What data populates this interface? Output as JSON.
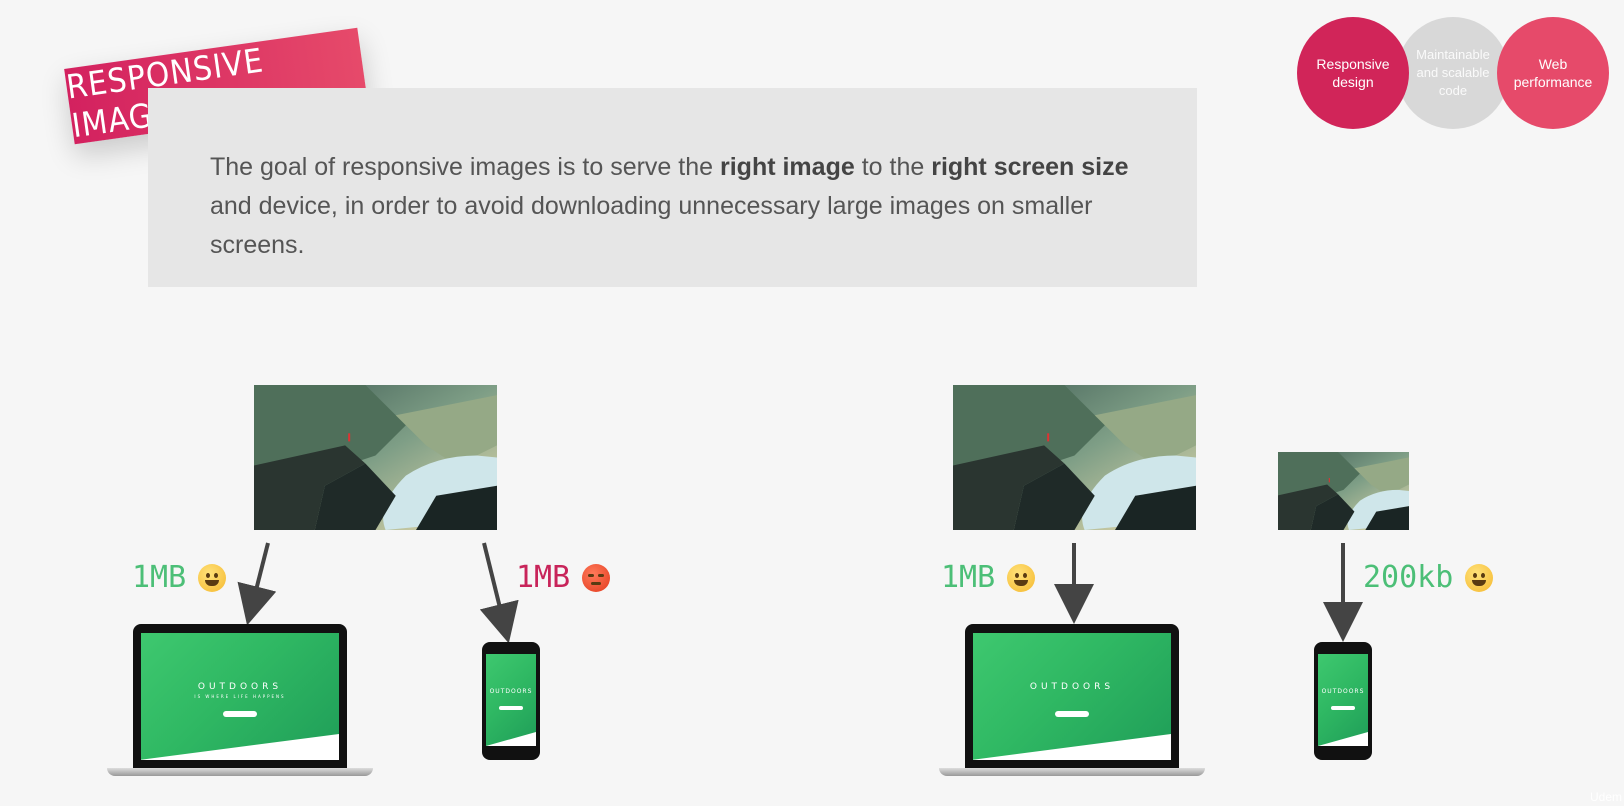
{
  "title": "RESPONSIVE IMAGES",
  "goal": {
    "prefix": "The goal of responsive images is to serve the",
    "bold1": "right image",
    "middle": "to the",
    "bold2": "right screen size",
    "suffix": "and device, in order to avoid downloading unnecessary large images on smaller screens."
  },
  "topics": [
    {
      "label": "Responsive design",
      "color": "#d12559"
    },
    {
      "label": "Maintainable and scalable code",
      "color": "#d8d8d8"
    },
    {
      "label": "Web performance",
      "color": "#e64a6a"
    }
  ],
  "left_example": {
    "laptop_size": "1MB",
    "laptop_emoji": "happy",
    "phone_size": "1MB",
    "phone_emoji": "angry"
  },
  "right_example": {
    "laptop_size": "1MB",
    "laptop_emoji": "happy",
    "phone_size": "200kb",
    "phone_emoji": "happy"
  },
  "device_screen": {
    "brand": "OUTDOORS",
    "tagline": "IS WHERE LIFE HAPPENS"
  },
  "colors": {
    "accent": "#d12559",
    "good": "#4cbf77",
    "bad": "#c8245a"
  },
  "watermark": "Udem"
}
